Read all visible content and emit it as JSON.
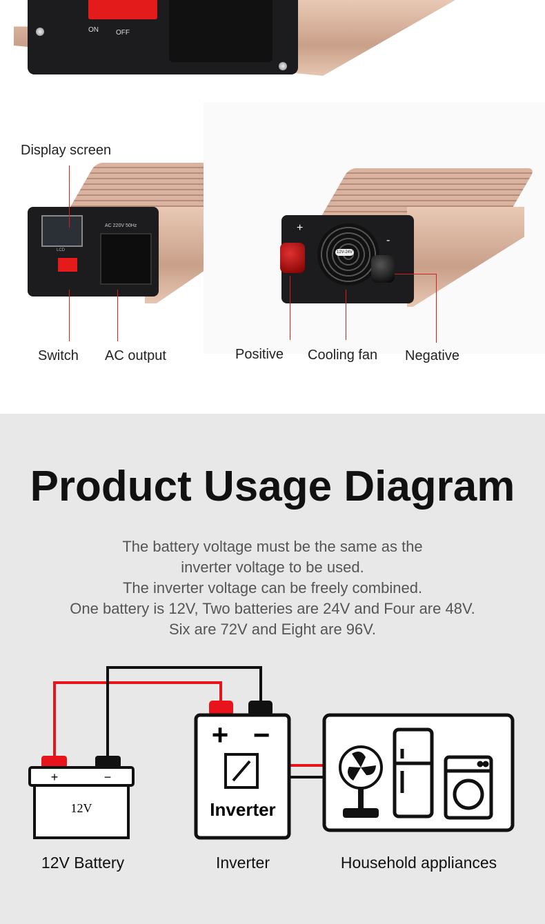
{
  "product_photos": {
    "top_switch": {
      "on": "ON",
      "off": "OFF"
    },
    "front_labels": {
      "display": "Display screen",
      "switch": "Switch",
      "ac_output": "AC output"
    },
    "back_labels": {
      "positive": "Positive",
      "cooling_fan": "Cooling fan",
      "negative": "Negative"
    },
    "device_text": {
      "ac_rating": "AC 220V 50Hz",
      "lcd": "LCD",
      "fan_label": "12V-24V",
      "plus": "+",
      "minus": "-"
    }
  },
  "usage": {
    "title": "Product Usage Diagram",
    "description": [
      "The battery voltage must be the same as the",
      "inverter voltage to be used.",
      "The inverter voltage can be freely combined.",
      "One battery is 12V, Two batteries are 24V and Four are 48V.",
      "Six are 72V and Eight are 96V."
    ],
    "battery": {
      "label": "12V",
      "plus": "+",
      "minus": "−",
      "caption": "12V Battery"
    },
    "inverter": {
      "label": "Inverter",
      "plus": "+",
      "minus": "−",
      "caption": "Inverter"
    },
    "appliances": {
      "caption": "Household appliances"
    },
    "colors": {
      "positive_wire": "#e8141b",
      "negative_wire": "#111111",
      "background": "#e8e8e8"
    }
  }
}
